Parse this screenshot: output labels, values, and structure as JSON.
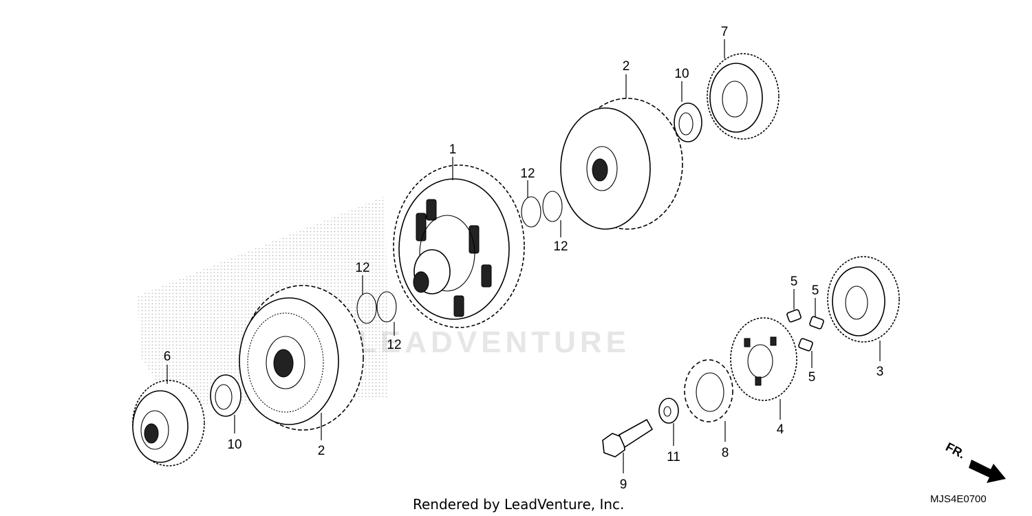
{
  "watermark": "LEADVENTURE",
  "footer": "Rendered by LeadVenture, Inc.",
  "diagram_code": "MJS4E0700",
  "direction_label": "FR.",
  "callouts": [
    {
      "id": "c1",
      "label": "1"
    },
    {
      "id": "c2a",
      "label": "2"
    },
    {
      "id": "c2b",
      "label": "2"
    },
    {
      "id": "c3",
      "label": "3"
    },
    {
      "id": "c4",
      "label": "4"
    },
    {
      "id": "c5a",
      "label": "5"
    },
    {
      "id": "c5b",
      "label": "5"
    },
    {
      "id": "c5c",
      "label": "5"
    },
    {
      "id": "c6",
      "label": "6"
    },
    {
      "id": "c7",
      "label": "7"
    },
    {
      "id": "c8",
      "label": "8"
    },
    {
      "id": "c9",
      "label": "9"
    },
    {
      "id": "c10a",
      "label": "10"
    },
    {
      "id": "c10b",
      "label": "10"
    },
    {
      "id": "c11",
      "label": "11"
    },
    {
      "id": "c12a",
      "label": "12"
    },
    {
      "id": "c12b",
      "label": "12"
    },
    {
      "id": "c12c",
      "label": "12"
    },
    {
      "id": "c12d",
      "label": "12"
    }
  ]
}
